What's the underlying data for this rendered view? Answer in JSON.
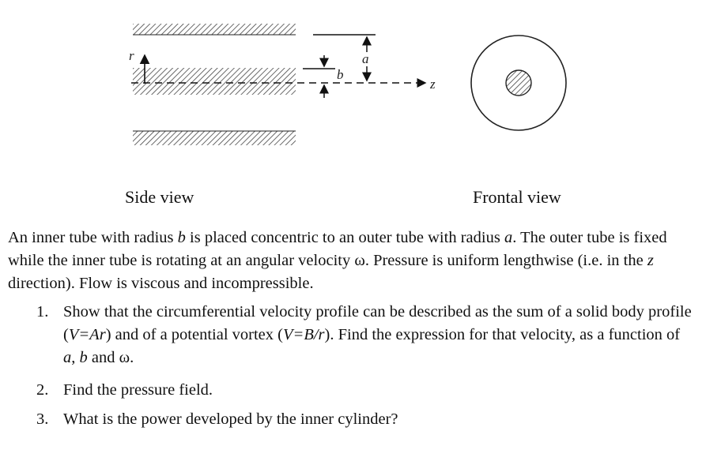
{
  "figure": {
    "label_r": "r",
    "label_a": "a",
    "label_b": "b",
    "label_z": "z"
  },
  "captions": {
    "side": "Side view",
    "front": "Frontal view"
  },
  "intro": {
    "t1": "An inner tube with radius ",
    "v1": "b",
    "t2": " is placed concentric to an outer tube with radius ",
    "v2": "a",
    "t3": ".  The outer tube is fixed while the inner tube is rotating at an angular velocity ω.  Pressure is uniform lengthwise (i.e. in the ",
    "v3": "z",
    "t4": " direction).  Flow is viscous and incompressible."
  },
  "questions": [
    {
      "number": "1.",
      "t1": "Show that the circumferential velocity profile can be described as the sum of a solid body profile (",
      "v1": "V=Ar",
      "t2": ") and of a potential vortex (",
      "v2": "V=B/r",
      "t3": ").  Find the expression for that velocity, as a function of ",
      "v3": "a",
      "t4": ", ",
      "v4": "b",
      "t5": " and ω."
    },
    {
      "number": "2.",
      "text": "Find the pressure field."
    },
    {
      "number": "3.",
      "text": "What is the power developed by the inner cylinder?"
    }
  ]
}
